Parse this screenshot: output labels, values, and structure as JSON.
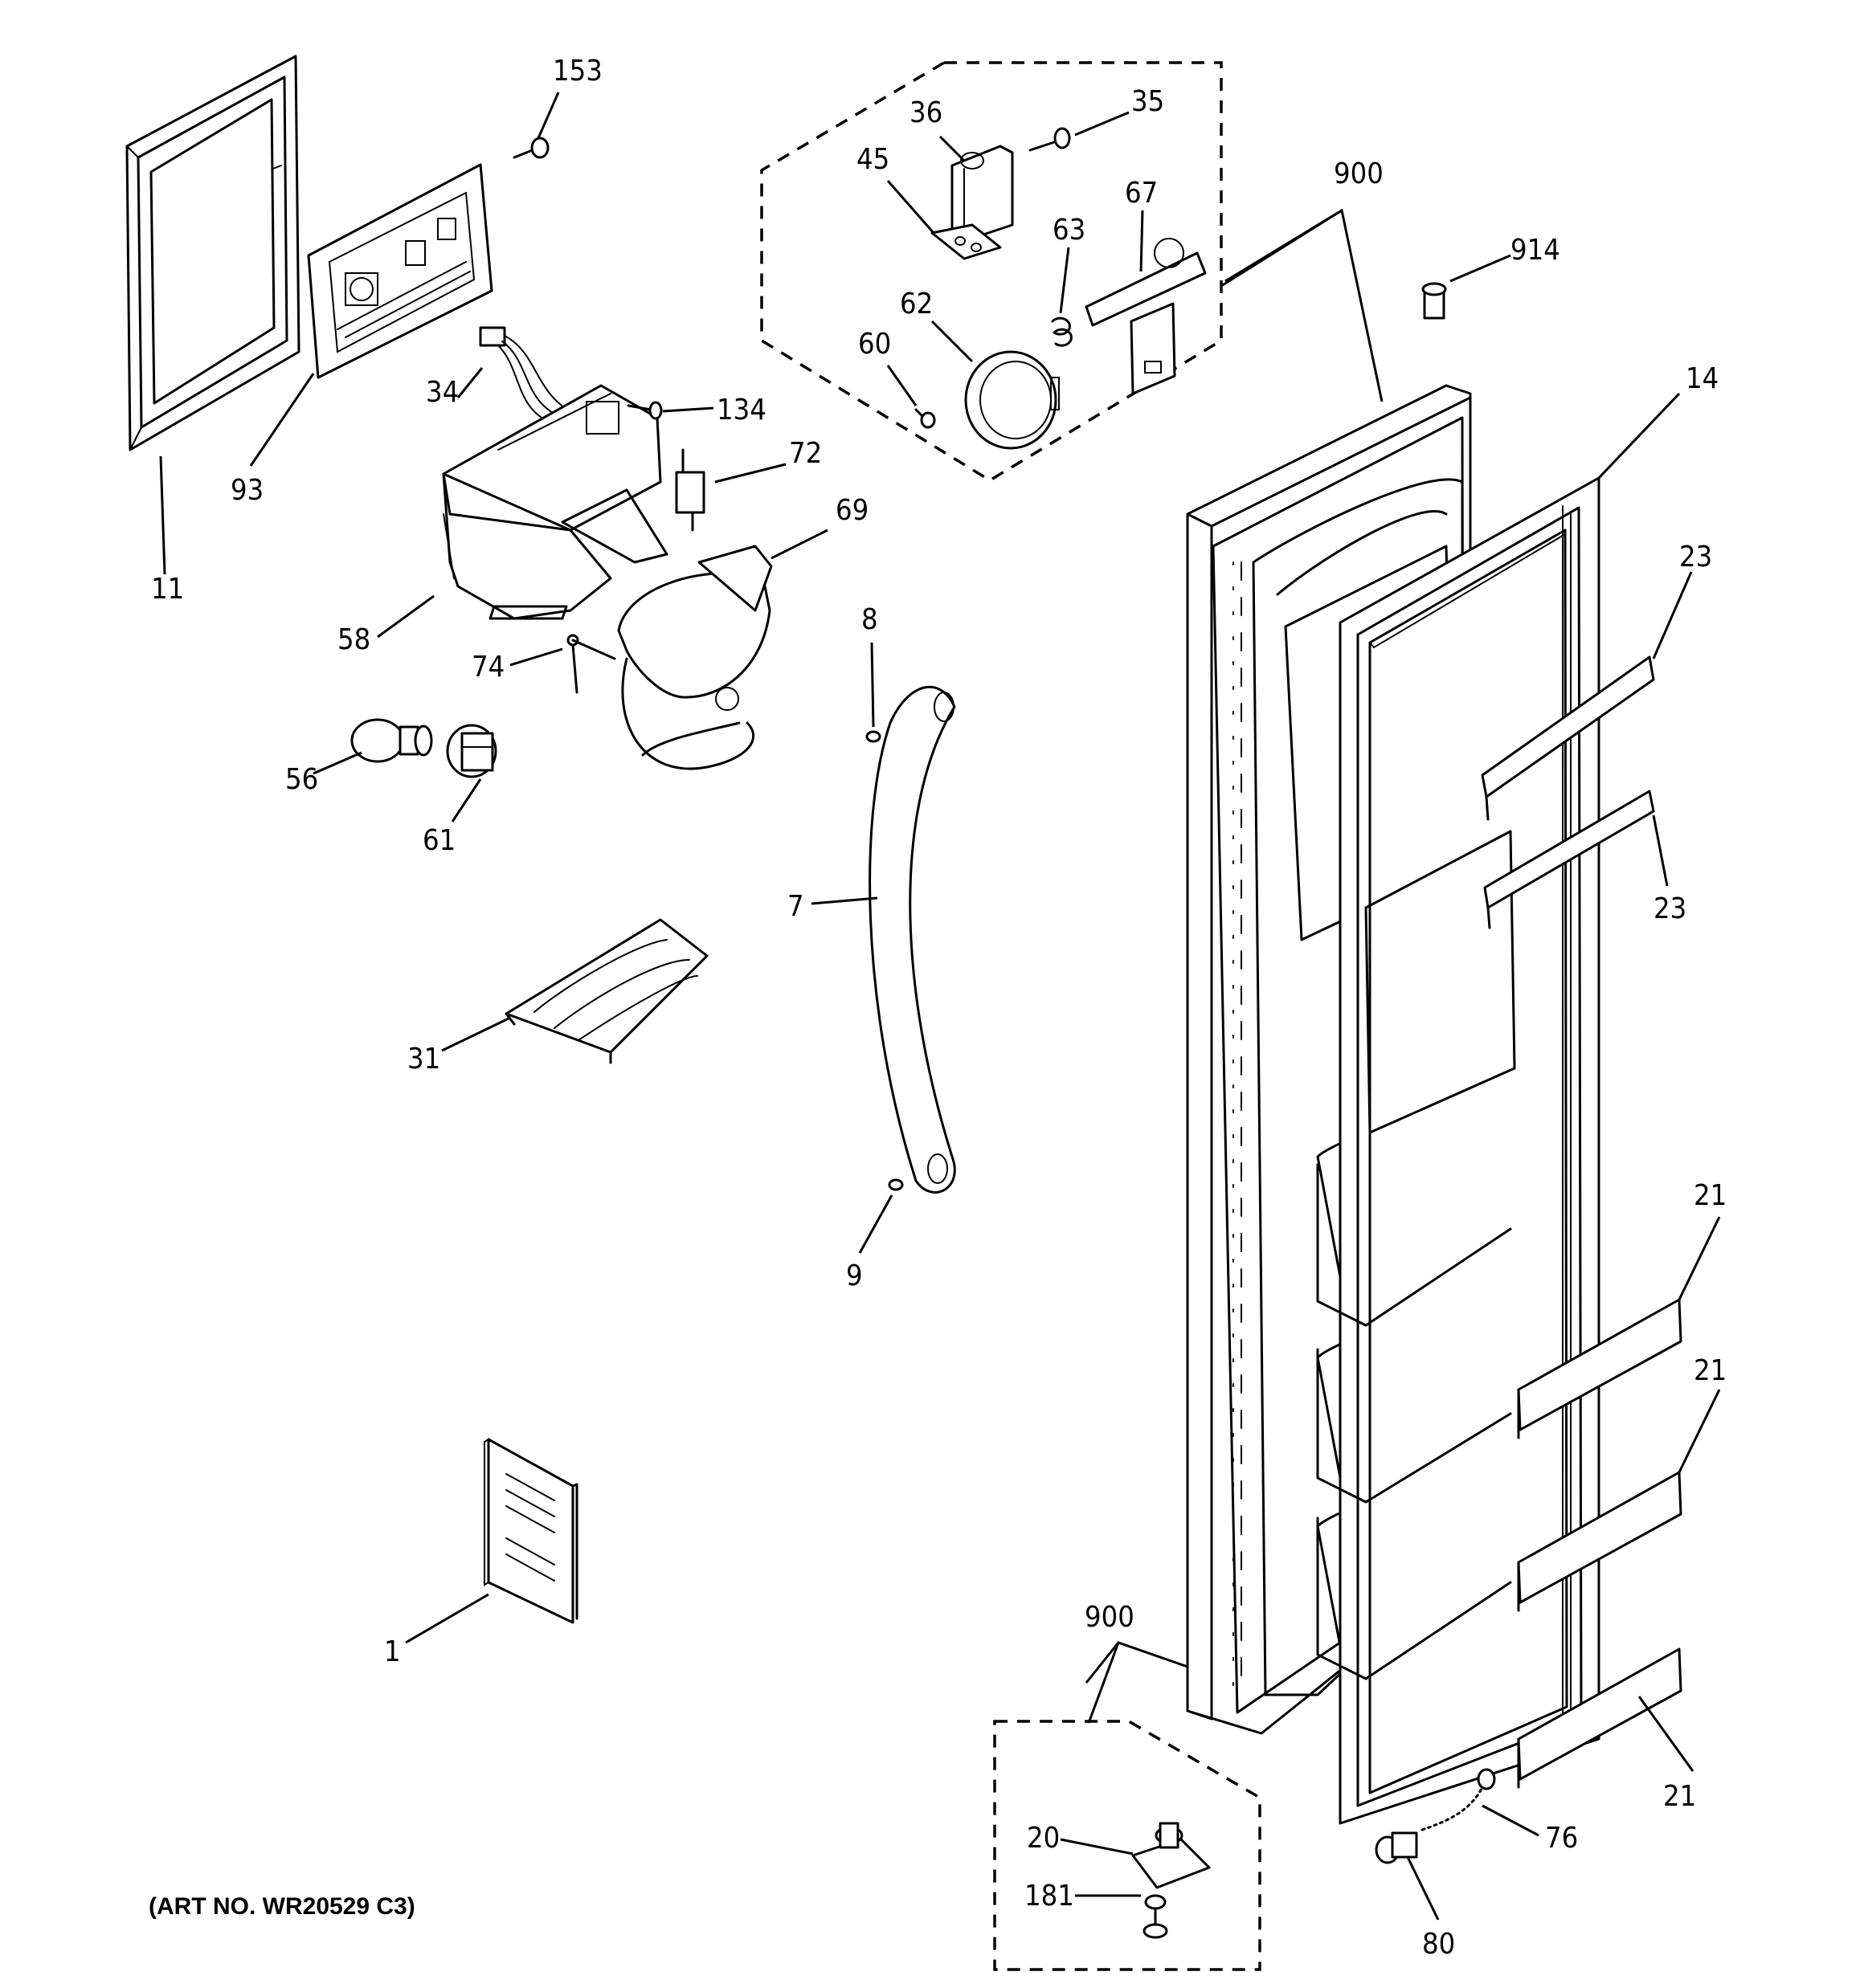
{
  "art_number": "(ART NO. WR20529 C3)",
  "callouts": {
    "c153": "153",
    "c36": "36",
    "c35": "35",
    "c45": "45",
    "c67": "67",
    "c63": "63",
    "c900_top": "900",
    "c914": "914",
    "c62": "62",
    "c60": "60",
    "c34": "34",
    "c134": "134",
    "c14": "14",
    "c93": "93",
    "c72": "72",
    "c69": "69",
    "c23_top": "23",
    "c11": "11",
    "c8": "8",
    "c58": "58",
    "c74": "74",
    "c56": "56",
    "c61": "61",
    "c7": "7",
    "c23_mid": "23",
    "c31": "31",
    "c9": "9",
    "c21_a": "21",
    "c21_b": "21",
    "c900_bot": "900",
    "c1": "1",
    "c21_c": "21",
    "c20": "20",
    "c76": "76",
    "c181": "181",
    "c80": "80"
  }
}
